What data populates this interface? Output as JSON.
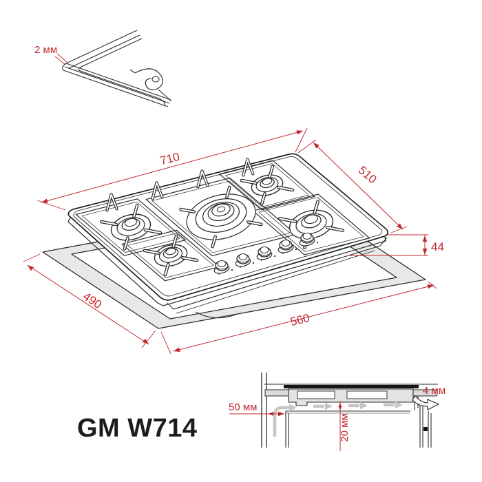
{
  "model": "GM W714",
  "dimensions": {
    "hob_width": "710",
    "hob_depth": "510",
    "hob_height": "44",
    "cutout_depth": "490",
    "cutout_width": "560",
    "edge_thickness": "2 мм",
    "side_clearance": "50 мм",
    "bottom_clearance": "20 мм",
    "rear_gap": "4 мм"
  },
  "colors": {
    "dimension_red": "#c1272d",
    "line_black": "#2b2b2b",
    "countertop_gray": "#e8e8e8",
    "body_gray": "#e0e0e0",
    "airflow_gray": "#c6c6c6"
  }
}
